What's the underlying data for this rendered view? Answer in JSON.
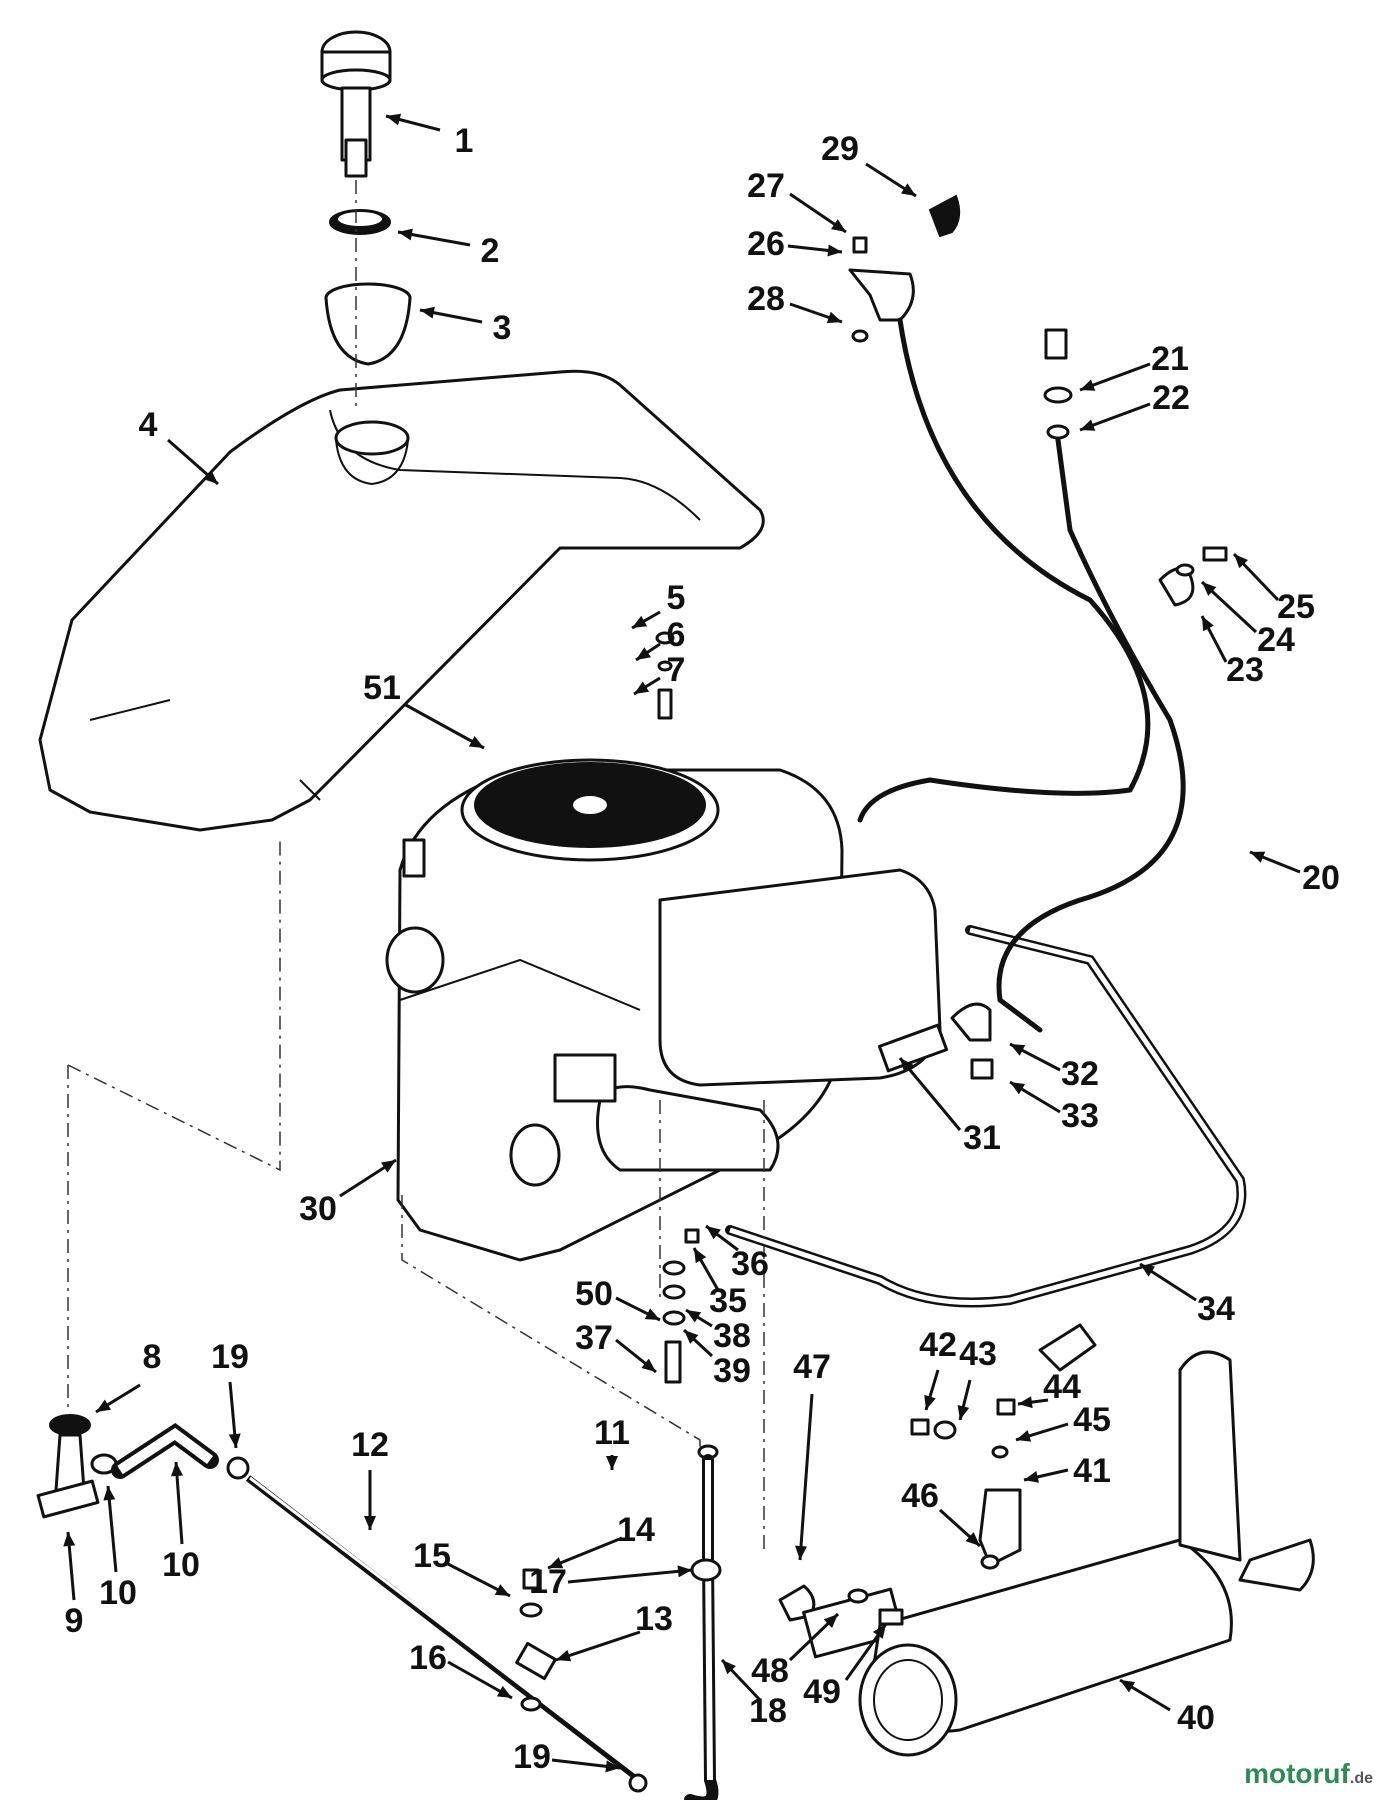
{
  "diagram": {
    "callouts": [
      "1",
      "2",
      "3",
      "4",
      "5",
      "6",
      "7",
      "8",
      "9",
      "10",
      "10",
      "11",
      "12",
      "13",
      "14",
      "15",
      "16",
      "17",
      "18",
      "19",
      "19",
      "20",
      "21",
      "22",
      "23",
      "24",
      "25",
      "26",
      "27",
      "28",
      "29",
      "30",
      "31",
      "32",
      "33",
      "34",
      "35",
      "36",
      "37",
      "38",
      "39",
      "40",
      "41",
      "42",
      "43",
      "44",
      "45",
      "46",
      "47",
      "48",
      "49",
      "50",
      "51"
    ]
  },
  "watermark": {
    "text": "motoruf",
    "suffix": ".de"
  },
  "colors": {
    "ink": "#111111",
    "paper": "#ffffff",
    "watermark": "#2e8b57"
  }
}
